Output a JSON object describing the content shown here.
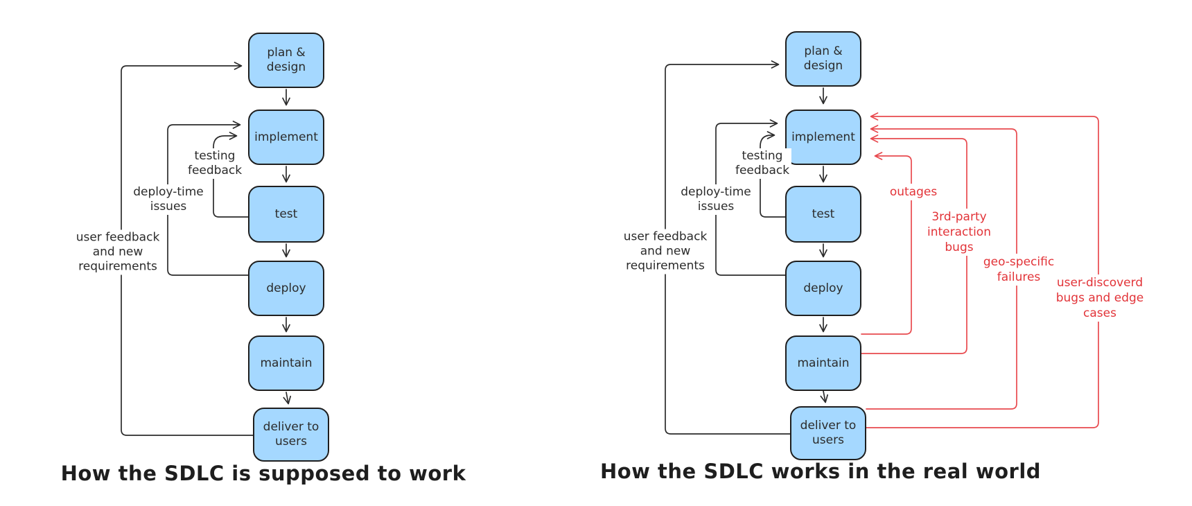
{
  "colors": {
    "box_fill": "#a5d8ff",
    "box_stroke": "#1e1e1e",
    "ink": "#2b2b2b",
    "red": "#e8494e",
    "red_text": "#e23338"
  },
  "left": {
    "title": "How the SDLC is supposed to work",
    "boxes": {
      "plan": "plan &\ndesign",
      "implement": "implement",
      "test": "test",
      "deploy": "deploy",
      "maintain": "maintain",
      "deliver": "deliver to\nusers"
    },
    "labels": {
      "testing": "testing\nfeedback",
      "deploy_time": "deploy-time\nissues",
      "user_feedback": "user feedback\nand new\nrequirements"
    }
  },
  "right": {
    "title": "How the SDLC works in the real world",
    "boxes": {
      "plan": "plan &\ndesign",
      "implement": "implement",
      "test": "test",
      "deploy": "deploy",
      "maintain": "maintain",
      "deliver": "deliver to\nusers"
    },
    "labels": {
      "testing": "testing\nfeedback",
      "deploy_time": "deploy-time\nissues",
      "user_feedback": "user feedback\nand new\nrequirements"
    },
    "issues": {
      "outages": "outages",
      "third_party": "3rd-party\ninteraction\nbugs",
      "geo": "geo-specific\nfailures",
      "user_discovered": "user-discoverd\nbugs and edge cases"
    }
  }
}
